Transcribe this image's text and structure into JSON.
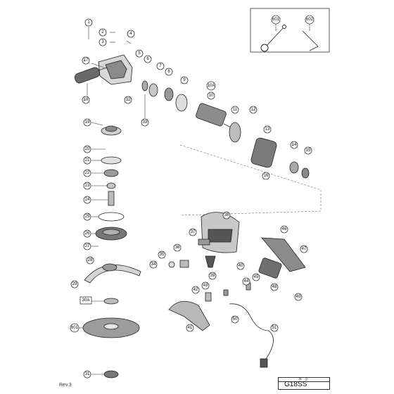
{
  "title_block": {
    "model": "G18SS",
    "header": "部 品"
  },
  "revision": "Rev.3",
  "labels": {
    "p1": "1",
    "p2": "2",
    "p3": "3",
    "p4": "4",
    "p5": "5",
    "p6": "6",
    "p7": "7",
    "p8": "8",
    "p9": "9",
    "p10": "10",
    "p10a": "10A",
    "p11": "11",
    "p12": "12",
    "p13": "13",
    "p14": "14",
    "p15": "15",
    "p16": "16",
    "p17": "17",
    "p18": "18",
    "p19": "19",
    "p20": "20",
    "p21": "21",
    "p22": "22",
    "p23": "23",
    "p24": "24",
    "p25": "25",
    "p26": "26",
    "p27": "27",
    "p28": "28",
    "p29": "29",
    "p30a": "30A",
    "p31": "31",
    "p32": "32",
    "p33": "33",
    "p34": "34",
    "p35": "35",
    "p36": "36",
    "p37": "37",
    "p38": "38",
    "p39": "39",
    "p40": "40",
    "p41": "41",
    "p42": "42",
    "p43": "43",
    "p44": "44",
    "p45": "45",
    "p46": "46",
    "p47": "47",
    "p48": "48",
    "p49": "49",
    "p50": "50",
    "p51": "51",
    "p601": "601",
    "p602": "602",
    "p601b": "601"
  }
}
